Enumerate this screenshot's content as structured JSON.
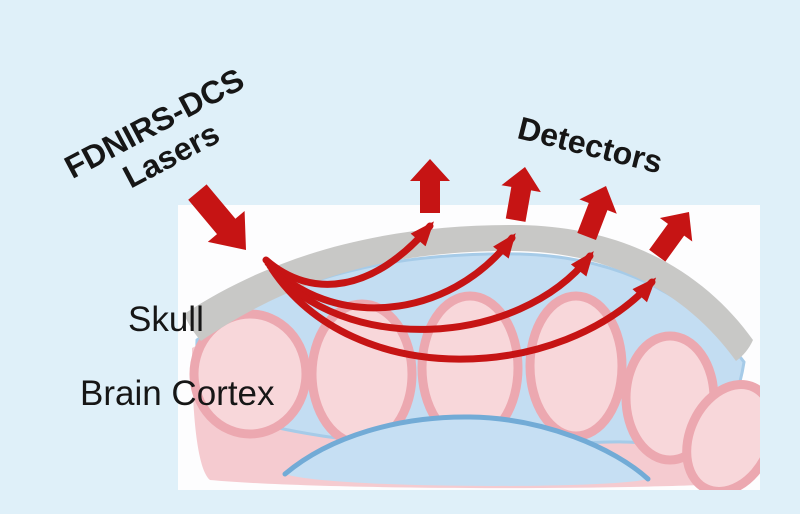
{
  "labels": {
    "lasers_line1": "FDNIRS-DCS",
    "lasers_line2": "Lasers",
    "detectors": "Detectors",
    "skull": "Skull",
    "brain_cortex": "Brain Cortex"
  },
  "diagram": {
    "description": "FDNIRS-DCS laser light entering the head through the skull, following banana-shaped photon paths through the brain cortex and exiting to detectors",
    "laser_arrow_direction": "down-right",
    "detector_arrow_count": 4,
    "photon_path_count": 4
  },
  "colors": {
    "background": "#dff0f9",
    "panel": "#fdfdfe",
    "accent_red": "#c61414",
    "skull_gray": "#c8c8c6",
    "brain_pink": "#f5cbd0",
    "gyrus_pink": "#f8d7da",
    "gyrus_outline": "#eca8b0",
    "csf_blue": "#c3ddf2",
    "csf_outline": "#a6cbe8",
    "ventricle_blue": "#c6dff3",
    "ventricle_outline": "#72abd6",
    "text": "#161616"
  }
}
